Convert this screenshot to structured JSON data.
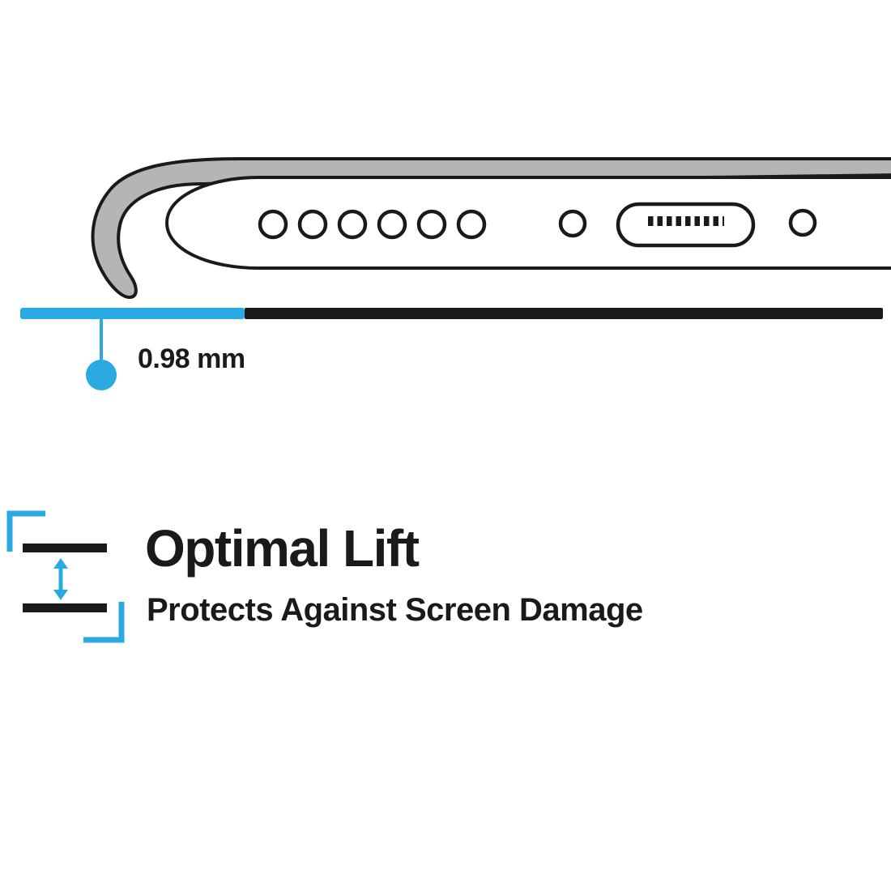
{
  "colors": {
    "accent": "#29abe2",
    "ink": "#1a1a1a",
    "case": "#b5b5b5"
  },
  "measurement": {
    "label": "0.98 mm"
  },
  "feature": {
    "title": "Optimal Lift",
    "subtitle": "Protects Against Screen Damage"
  },
  "illustration": {
    "subject": "phone-bottom-edge-in-case-side-view",
    "speaker_hole_count": 6,
    "mic_hole_count": 2,
    "port": "charging-port",
    "icons": {
      "lift_gap": "lift-gap-icon",
      "arrow": "up-down-arrow-icon"
    }
  }
}
